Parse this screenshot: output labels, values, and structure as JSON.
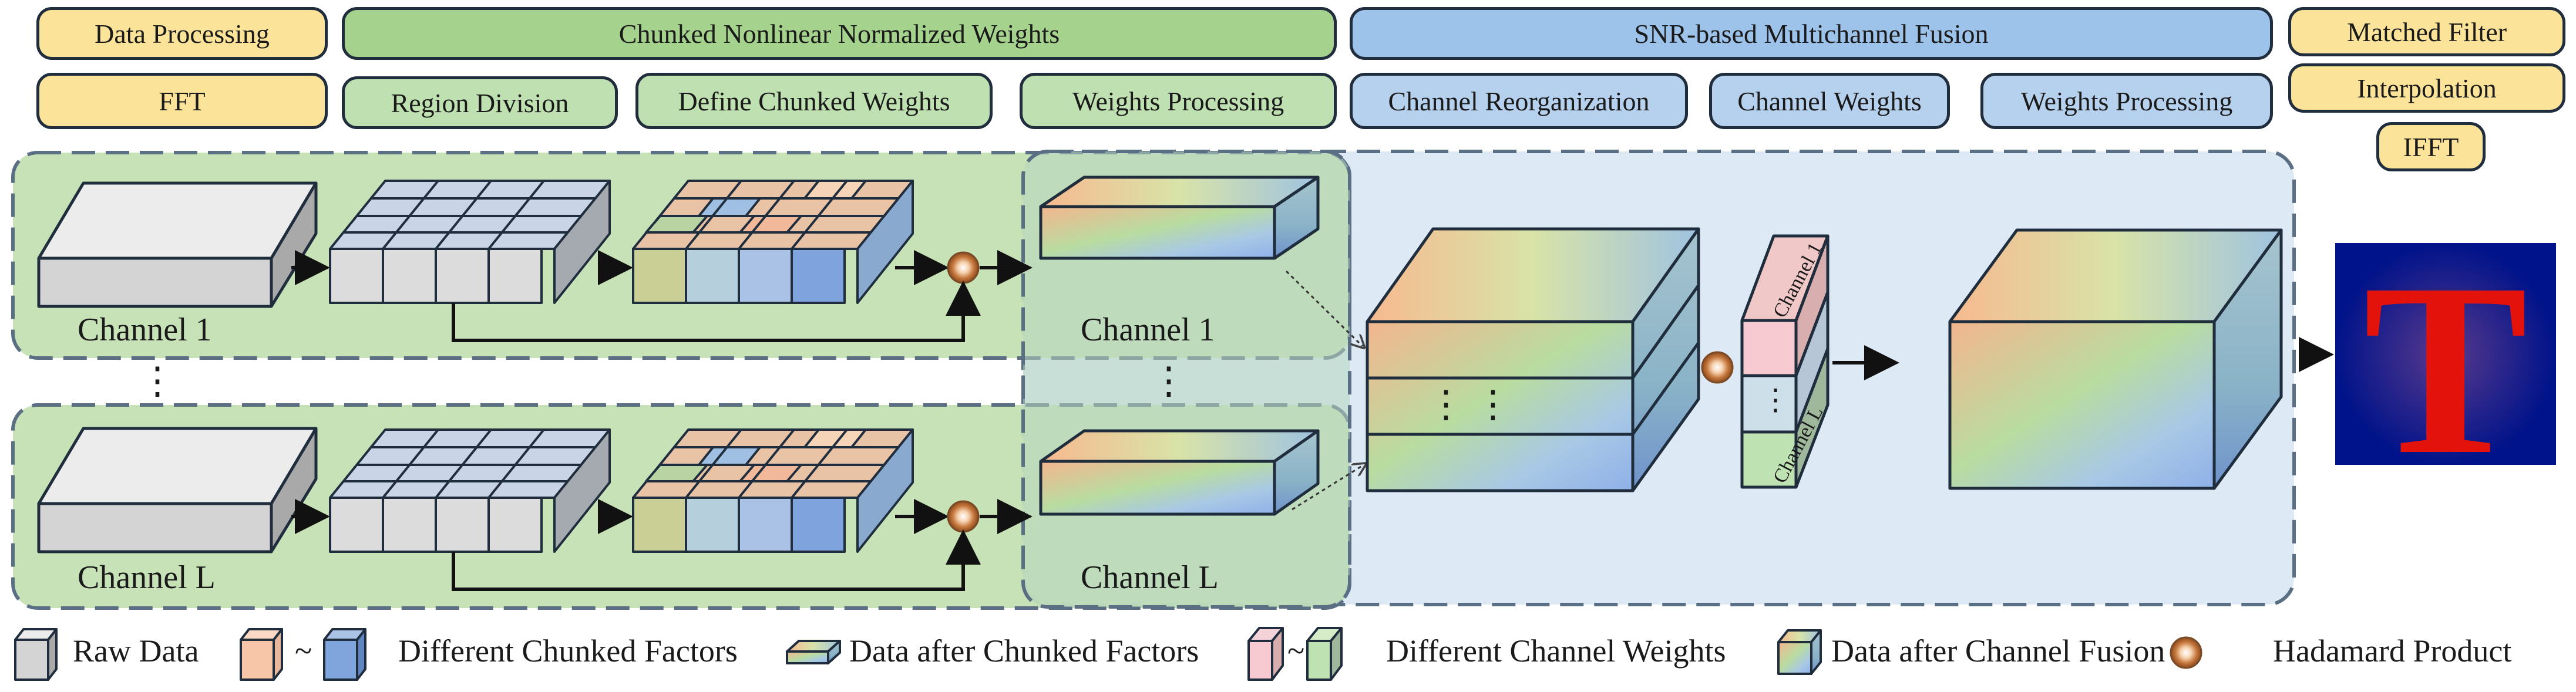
{
  "header": {
    "data_processing": "Data Processing",
    "fft": "FFT",
    "chunked_title": "Chunked Nonlinear Normalized Weights",
    "region_division": "Region Division",
    "define_chunked_weights": "Define Chunked Weights",
    "weights_processing_1": "Weights Processing",
    "snr_title": "SNR-based Multichannel Fusion",
    "channel_reorganization": "Channel Reorganization",
    "channel_weights": "Channel Weights",
    "weights_processing_2": "Weights Processing",
    "matched_filter": "Matched Filter",
    "interpolation": "Interpolation",
    "ifft": "IFFT"
  },
  "diagram": {
    "channel_1_raw": "Channel 1",
    "channel_l_raw": "Channel L",
    "channel_1_out": "Channel 1",
    "channel_l_out": "Channel L",
    "ellipsis_left": "⋮",
    "ellipsis_mid": "⋮",
    "stack_dots": "⋮     ⋮",
    "small_dots": "⋮",
    "weight_label_1": "Channel 1",
    "weight_label_l": "Channel L",
    "result_letter": "T"
  },
  "legend": {
    "raw_data": "Raw Data",
    "tilde_1": "~",
    "different_chunked_factors": "Different Chunked Factors",
    "data_after_chunked_factors": "Data after Chunked Factors",
    "tilde_2": "~",
    "different_channel_weights": "Different Channel Weights",
    "data_after_channel_fusion": "Data after Channel Fusion",
    "hadamard_product": "Hadamard Product"
  },
  "colors": {
    "yellow": "#fbe39a",
    "green_panel": "#c5e0b4",
    "blue_panel": "#dde9f5",
    "raw_gray": "#d9d9d9",
    "chunk_orange": "#f7c6a8",
    "chunk_blue": "#7fa5dc",
    "result_bg": "#00138a",
    "result_letter": "#e3120b"
  }
}
